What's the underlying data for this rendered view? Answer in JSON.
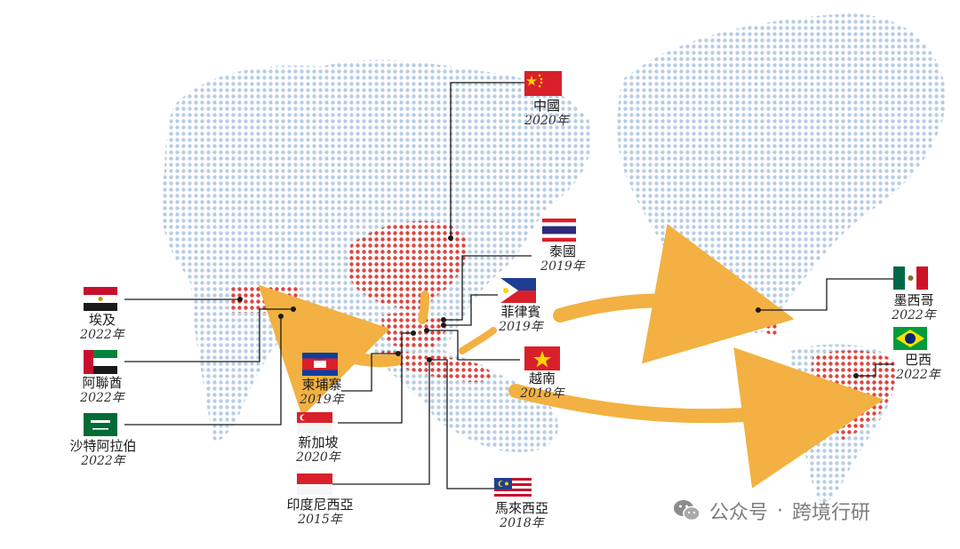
{
  "markets": [
    {
      "id": "china",
      "name": "中國",
      "year": "2020年",
      "flag": "china",
      "color": "#d9202a"
    },
    {
      "id": "thailand",
      "name": "泰國",
      "year": "2019年",
      "flag": "thailand",
      "color": "#2d2a79"
    },
    {
      "id": "philippines",
      "name": "菲律賓",
      "year": "2019年",
      "flag": "philippines",
      "color": "#1d3e93"
    },
    {
      "id": "vietnam",
      "name": "越南",
      "year": "2018年",
      "flag": "vietnam",
      "color": "#d9202a"
    },
    {
      "id": "malaysia",
      "name": "馬來西亞",
      "year": "2018年",
      "flag": "malaysia",
      "color": "#c8102e"
    },
    {
      "id": "indonesia",
      "name": "印度尼西亞",
      "year": "2015年",
      "flag": "indonesia",
      "color": "#d9202a"
    },
    {
      "id": "singapore",
      "name": "新加坡",
      "year": "2020年",
      "flag": "singapore",
      "color": "#d9202a"
    },
    {
      "id": "cambodia",
      "name": "柬埔寨",
      "year": "2019年",
      "flag": "cambodia",
      "color": "#0b3ea0"
    },
    {
      "id": "egypt",
      "name": "埃及",
      "year": "2022年",
      "flag": "egypt",
      "color": "#c8102e"
    },
    {
      "id": "uae",
      "name": "阿聯酋",
      "year": "2022年",
      "flag": "uae",
      "color": "#00843d"
    },
    {
      "id": "saudi",
      "name": "沙特阿拉伯",
      "year": "2022年",
      "flag": "saudi",
      "color": "#006c35"
    },
    {
      "id": "mexico",
      "name": "墨西哥",
      "year": "2022年",
      "flag": "mexico",
      "color": "#006847"
    },
    {
      "id": "brazil",
      "name": "巴西",
      "year": "2022年",
      "flag": "brazil",
      "color": "#009c3b"
    }
  ],
  "colors": {
    "land_dot": "#b7cde4",
    "highlight_dot": "#e0443e",
    "arrow": "#f2b142",
    "leader": "#1a1a1a"
  },
  "watermark": {
    "icon": "wechat-icon",
    "separator": "·",
    "account_prefix": "公众号",
    "account_name": "跨境行研"
  }
}
